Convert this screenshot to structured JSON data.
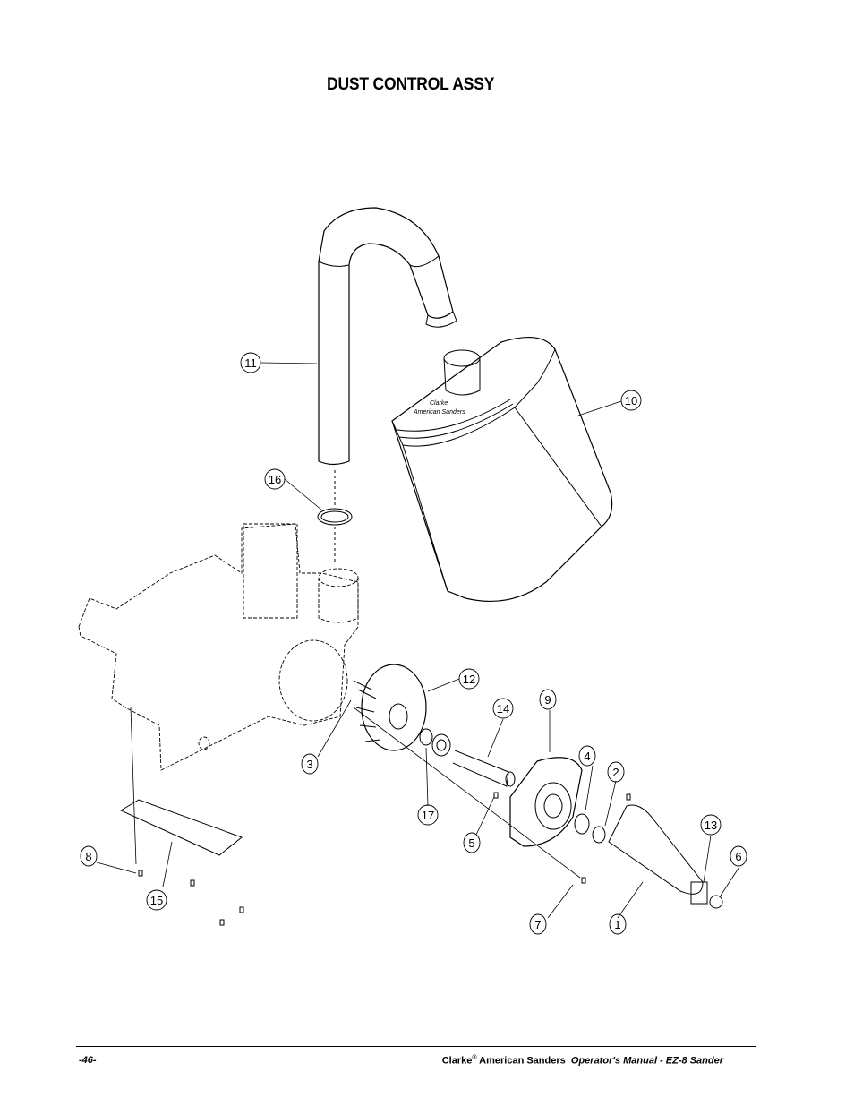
{
  "page": {
    "title": "DUST CONTROL ASSY",
    "footer": {
      "page_number": "-46-",
      "brand": "Clarke",
      "registered_mark": "®",
      "company": "American Sanders",
      "manual_title": "Operator's Manual - EZ-8 Sander"
    }
  },
  "diagram": {
    "logo_text": [
      "Clarke",
      "American Sanders"
    ],
    "callouts": [
      "1",
      "2",
      "3",
      "4",
      "5",
      "6",
      "7",
      "8",
      "9",
      "10",
      "11",
      "12",
      "13",
      "14",
      "15",
      "16",
      "17"
    ]
  }
}
